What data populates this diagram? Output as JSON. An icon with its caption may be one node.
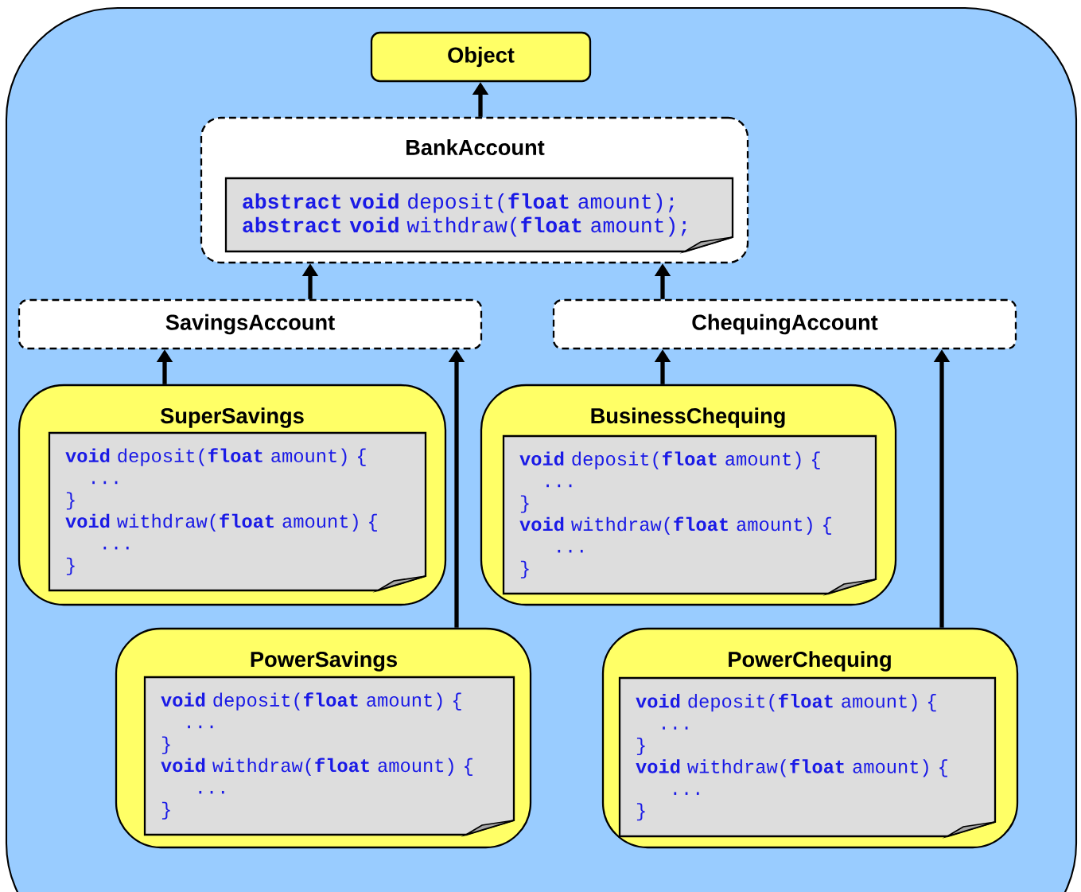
{
  "diagram": {
    "nodes": [
      {
        "text": [
          "Object"
        ]
      },
      {
        "text": [
          "BankAccount"
        ]
      },
      {
        "text": [
          "**abstract** **void** deposit(**float** amount);",
          "**abstract** **void** withdraw(**float** amount);"
        ],
        "in": 1
      },
      {
        "text": [
          "SavingsAccount"
        ]
      },
      {
        "text": [
          "ChequingAccount"
        ]
      },
      {
        "text": [
          "SuperSavings"
        ]
      },
      {
        "text": [
          "**void** deposit(**float** amount) {",
          "...",
          "}",
          "**void** withdraw(**float** amount) {",
          "...",
          "}"
        ],
        "in": 5
      },
      {
        "text": [
          "BusinessChequing"
        ]
      },
      {
        "text": [
          "**void** deposit(**float** amount) {",
          "...",
          "}",
          "**void** withdraw(**float** amount) {",
          "...",
          "}"
        ],
        "in": 7
      },
      {
        "text": [
          "PowerSavings"
        ]
      },
      {
        "text": [
          "**void** deposit(**float** amount) {",
          "...",
          "}",
          "**void** withdraw(**float** amount) {",
          "...",
          "}"
        ],
        "in": 9
      },
      {
        "text": [
          "PowerChequing"
        ]
      },
      {
        "text": [
          "**void** deposit(**float** amount) {",
          "...",
          "}",
          "**void** withdraw(**float** amount) {",
          "...",
          "}"
        ],
        "in": 11
      }
    ],
    "edges": [
      {
        "from": 1,
        "to": 0,
        "arrow": "to"
      },
      {
        "from": 3,
        "to": 1,
        "arrow": "to"
      },
      {
        "from": 4,
        "to": 1,
        "arrow": "to"
      },
      {
        "from": 5,
        "to": 3,
        "arrow": "to"
      },
      {
        "from": 9,
        "to": 3,
        "arrow": "to"
      },
      {
        "from": 7,
        "to": 4,
        "arrow": "to"
      },
      {
        "from": 11,
        "to": 4,
        "arrow": "to"
      }
    ]
  }
}
